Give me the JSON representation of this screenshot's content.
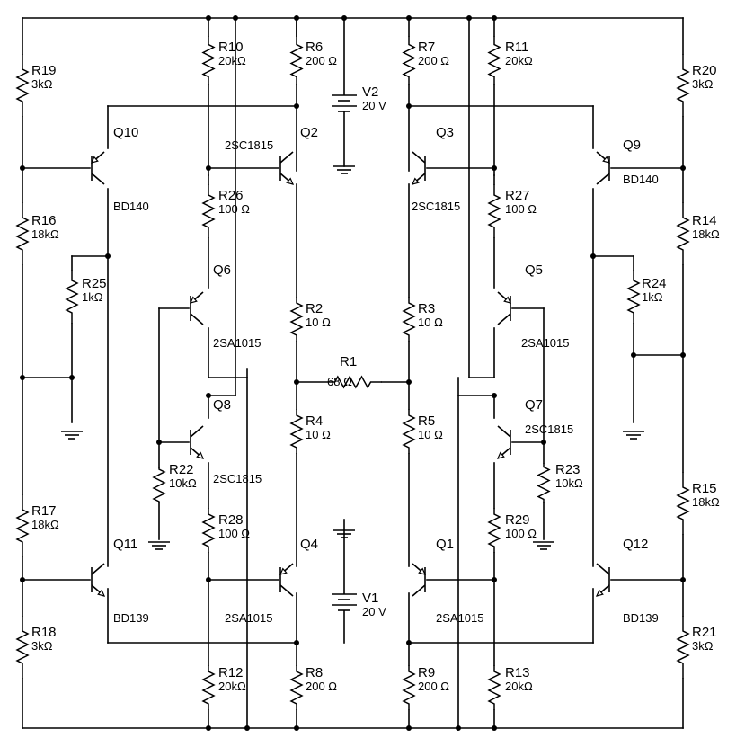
{
  "resistors": [
    {
      "ref": "R1",
      "value": "68 Ω"
    },
    {
      "ref": "R2",
      "value": "10 Ω"
    },
    {
      "ref": "R3",
      "value": "10 Ω"
    },
    {
      "ref": "R4",
      "value": "10 Ω"
    },
    {
      "ref": "R5",
      "value": "10 Ω"
    },
    {
      "ref": "R6",
      "value": "200 Ω"
    },
    {
      "ref": "R7",
      "value": "200 Ω"
    },
    {
      "ref": "R8",
      "value": "200 Ω"
    },
    {
      "ref": "R9",
      "value": "200 Ω"
    },
    {
      "ref": "R10",
      "value": "20kΩ"
    },
    {
      "ref": "R11",
      "value": "20kΩ"
    },
    {
      "ref": "R12",
      "value": "20kΩ"
    },
    {
      "ref": "R13",
      "value": "20kΩ"
    },
    {
      "ref": "R14",
      "value": "18kΩ"
    },
    {
      "ref": "R15",
      "value": "18kΩ"
    },
    {
      "ref": "R16",
      "value": "18kΩ"
    },
    {
      "ref": "R17",
      "value": "18kΩ"
    },
    {
      "ref": "R18",
      "value": "3kΩ"
    },
    {
      "ref": "R19",
      "value": "3kΩ"
    },
    {
      "ref": "R20",
      "value": "3kΩ"
    },
    {
      "ref": "R21",
      "value": "3kΩ"
    },
    {
      "ref": "R22",
      "value": "10kΩ"
    },
    {
      "ref": "R23",
      "value": "10kΩ"
    },
    {
      "ref": "R24",
      "value": "1kΩ"
    },
    {
      "ref": "R25",
      "value": "1kΩ"
    },
    {
      "ref": "R26",
      "value": "100 Ω"
    },
    {
      "ref": "R27",
      "value": "100 Ω"
    },
    {
      "ref": "R28",
      "value": "100 Ω"
    },
    {
      "ref": "R29",
      "value": "100 Ω"
    }
  ],
  "sources": [
    {
      "ref": "V1",
      "value": "20 V"
    },
    {
      "ref": "V2",
      "value": "20 V"
    }
  ],
  "transistors": [
    {
      "ref": "Q1",
      "part": "2SA1015",
      "polarity": "PNP"
    },
    {
      "ref": "Q2",
      "part": "2SC1815",
      "polarity": "NPN"
    },
    {
      "ref": "Q3",
      "part": "2SC1815",
      "polarity": "NPN"
    },
    {
      "ref": "Q4",
      "part": "2SA1015",
      "polarity": "PNP"
    },
    {
      "ref": "Q5",
      "part": "2SA1015",
      "polarity": "PNP"
    },
    {
      "ref": "Q6",
      "part": "2SA1015",
      "polarity": "PNP"
    },
    {
      "ref": "Q7",
      "part": "2SC1815",
      "polarity": "NPN"
    },
    {
      "ref": "Q8",
      "part": "2SC1815",
      "polarity": "NPN"
    },
    {
      "ref": "Q9",
      "part": "BD140",
      "polarity": "PNP"
    },
    {
      "ref": "Q10",
      "part": "BD140",
      "polarity": "PNP"
    },
    {
      "ref": "Q11",
      "part": "BD139",
      "polarity": "NPN"
    },
    {
      "ref": "Q12",
      "part": "BD139",
      "polarity": "NPN"
    }
  ]
}
